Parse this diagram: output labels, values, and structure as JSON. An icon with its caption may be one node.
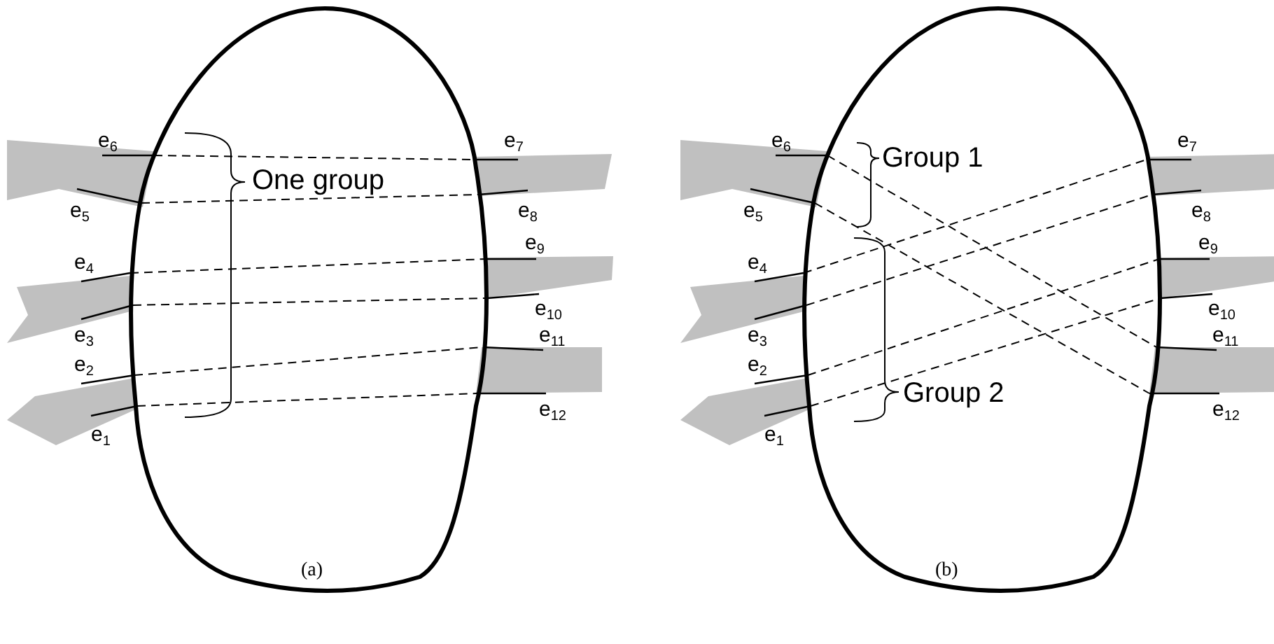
{
  "diagram": {
    "nodes": [
      {
        "text": [
          "e$_{1}$"
        ]
      },
      {
        "text": [
          "e$_{2}$"
        ]
      },
      {
        "text": [
          "e$_{3}$"
        ]
      },
      {
        "text": [
          "e$_{4}$"
        ]
      },
      {
        "text": [
          "e$_{5}$"
        ]
      },
      {
        "text": [
          "e$_{6}$"
        ]
      },
      {
        "text": [
          "e$_{7}$"
        ]
      },
      {
        "text": [
          "e$_{8}$"
        ]
      },
      {
        "text": [
          "e$_{9}$"
        ]
      },
      {
        "text": [
          "e$_{10}$"
        ]
      },
      {
        "text": [
          "e$_{11}$"
        ]
      },
      {
        "text": [
          "e$_{12}$"
        ]
      },
      {
        "text": [
          "e$_{1}$"
        ]
      },
      {
        "text": [
          "e$_{2}$"
        ]
      },
      {
        "text": [
          "e$_{3}$"
        ]
      },
      {
        "text": [
          "e$_{4}$"
        ]
      },
      {
        "text": [
          "e$_{5}$"
        ]
      },
      {
        "text": [
          "e$_{6}$"
        ]
      },
      {
        "text": [
          "e$_{7}$"
        ]
      },
      {
        "text": [
          "e$_{8}$"
        ]
      },
      {
        "text": [
          "e$_{9}$"
        ]
      },
      {
        "text": [
          "e$_{10}$"
        ]
      },
      {
        "text": [
          "e$_{11}$"
        ]
      },
      {
        "text": [
          "e$_{12}$"
        ]
      }
    ],
    "edges": [
      {
        "from": 5,
        "to": 6,
        "arrow": "none",
        "style": "dashed"
      },
      {
        "from": 4,
        "to": 7,
        "arrow": "none",
        "style": "dashed"
      },
      {
        "from": 3,
        "to": 8,
        "arrow": "none",
        "style": "dashed"
      },
      {
        "from": 2,
        "to": 9,
        "arrow": "none",
        "style": "dashed"
      },
      {
        "from": 1,
        "to": 10,
        "arrow": "none",
        "style": "dashed"
      },
      {
        "from": 0,
        "to": 11,
        "arrow": "none",
        "style": "dashed"
      },
      {
        "from": 17,
        "to": 22,
        "arrow": "none",
        "style": "dashed"
      },
      {
        "from": 16,
        "to": 23,
        "arrow": "none",
        "style": "dashed"
      },
      {
        "from": 15,
        "to": 18,
        "arrow": "none",
        "style": "dashed"
      },
      {
        "from": 14,
        "to": 19,
        "arrow": "none",
        "style": "dashed"
      },
      {
        "from": 13,
        "to": 20,
        "arrow": "none",
        "style": "dashed"
      },
      {
        "from": 12,
        "to": 21,
        "arrow": "none",
        "style": "dashed"
      }
    ],
    "labels": [
      "One group",
      "Group 1",
      "Group 2",
      "(a)",
      "(b)"
    ]
  }
}
